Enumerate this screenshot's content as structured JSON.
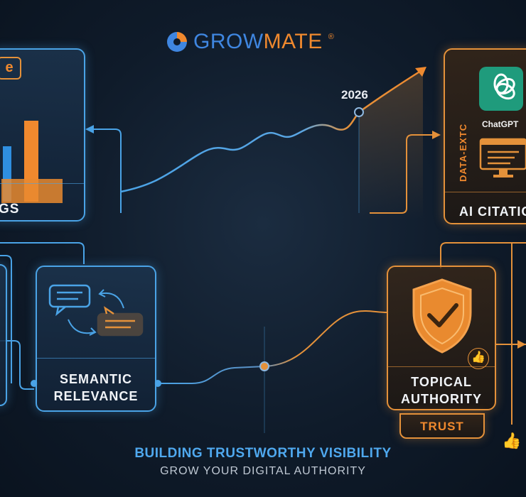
{
  "brand": {
    "part1": "GROW",
    "part2": "MATE",
    "mark": "®"
  },
  "timeline": {
    "year": "2026"
  },
  "cards": {
    "rankings": {
      "label": "GS"
    },
    "ai_citation": {
      "label": "AI CITATIO",
      "side_label": "DATA-EXTC",
      "app_name": "ChatGPT"
    },
    "semantic": {
      "line1": "SEMANTIC",
      "line2": "RELEVANCE"
    },
    "authority": {
      "line1": "TOPICAL",
      "line2": "AUTHORITY",
      "badge": "TRUST"
    }
  },
  "footer": {
    "title": "BUILDING TRUSTWORTHY VISIBILITY",
    "subtitle": "GROW YOUR DIGITAL AUTHORITY"
  },
  "colors": {
    "blue": "#4aa3e6",
    "orange": "#e4913a",
    "chatgpt_green": "#1f9b7c",
    "background": "#0f1b2a"
  },
  "icons": [
    "google-logo-icon",
    "bar-chart-icon",
    "chatgpt-logo-icon",
    "monitor-icon",
    "chat-bubbles-icon",
    "shield-check-icon",
    "thumbs-up-icon"
  ]
}
